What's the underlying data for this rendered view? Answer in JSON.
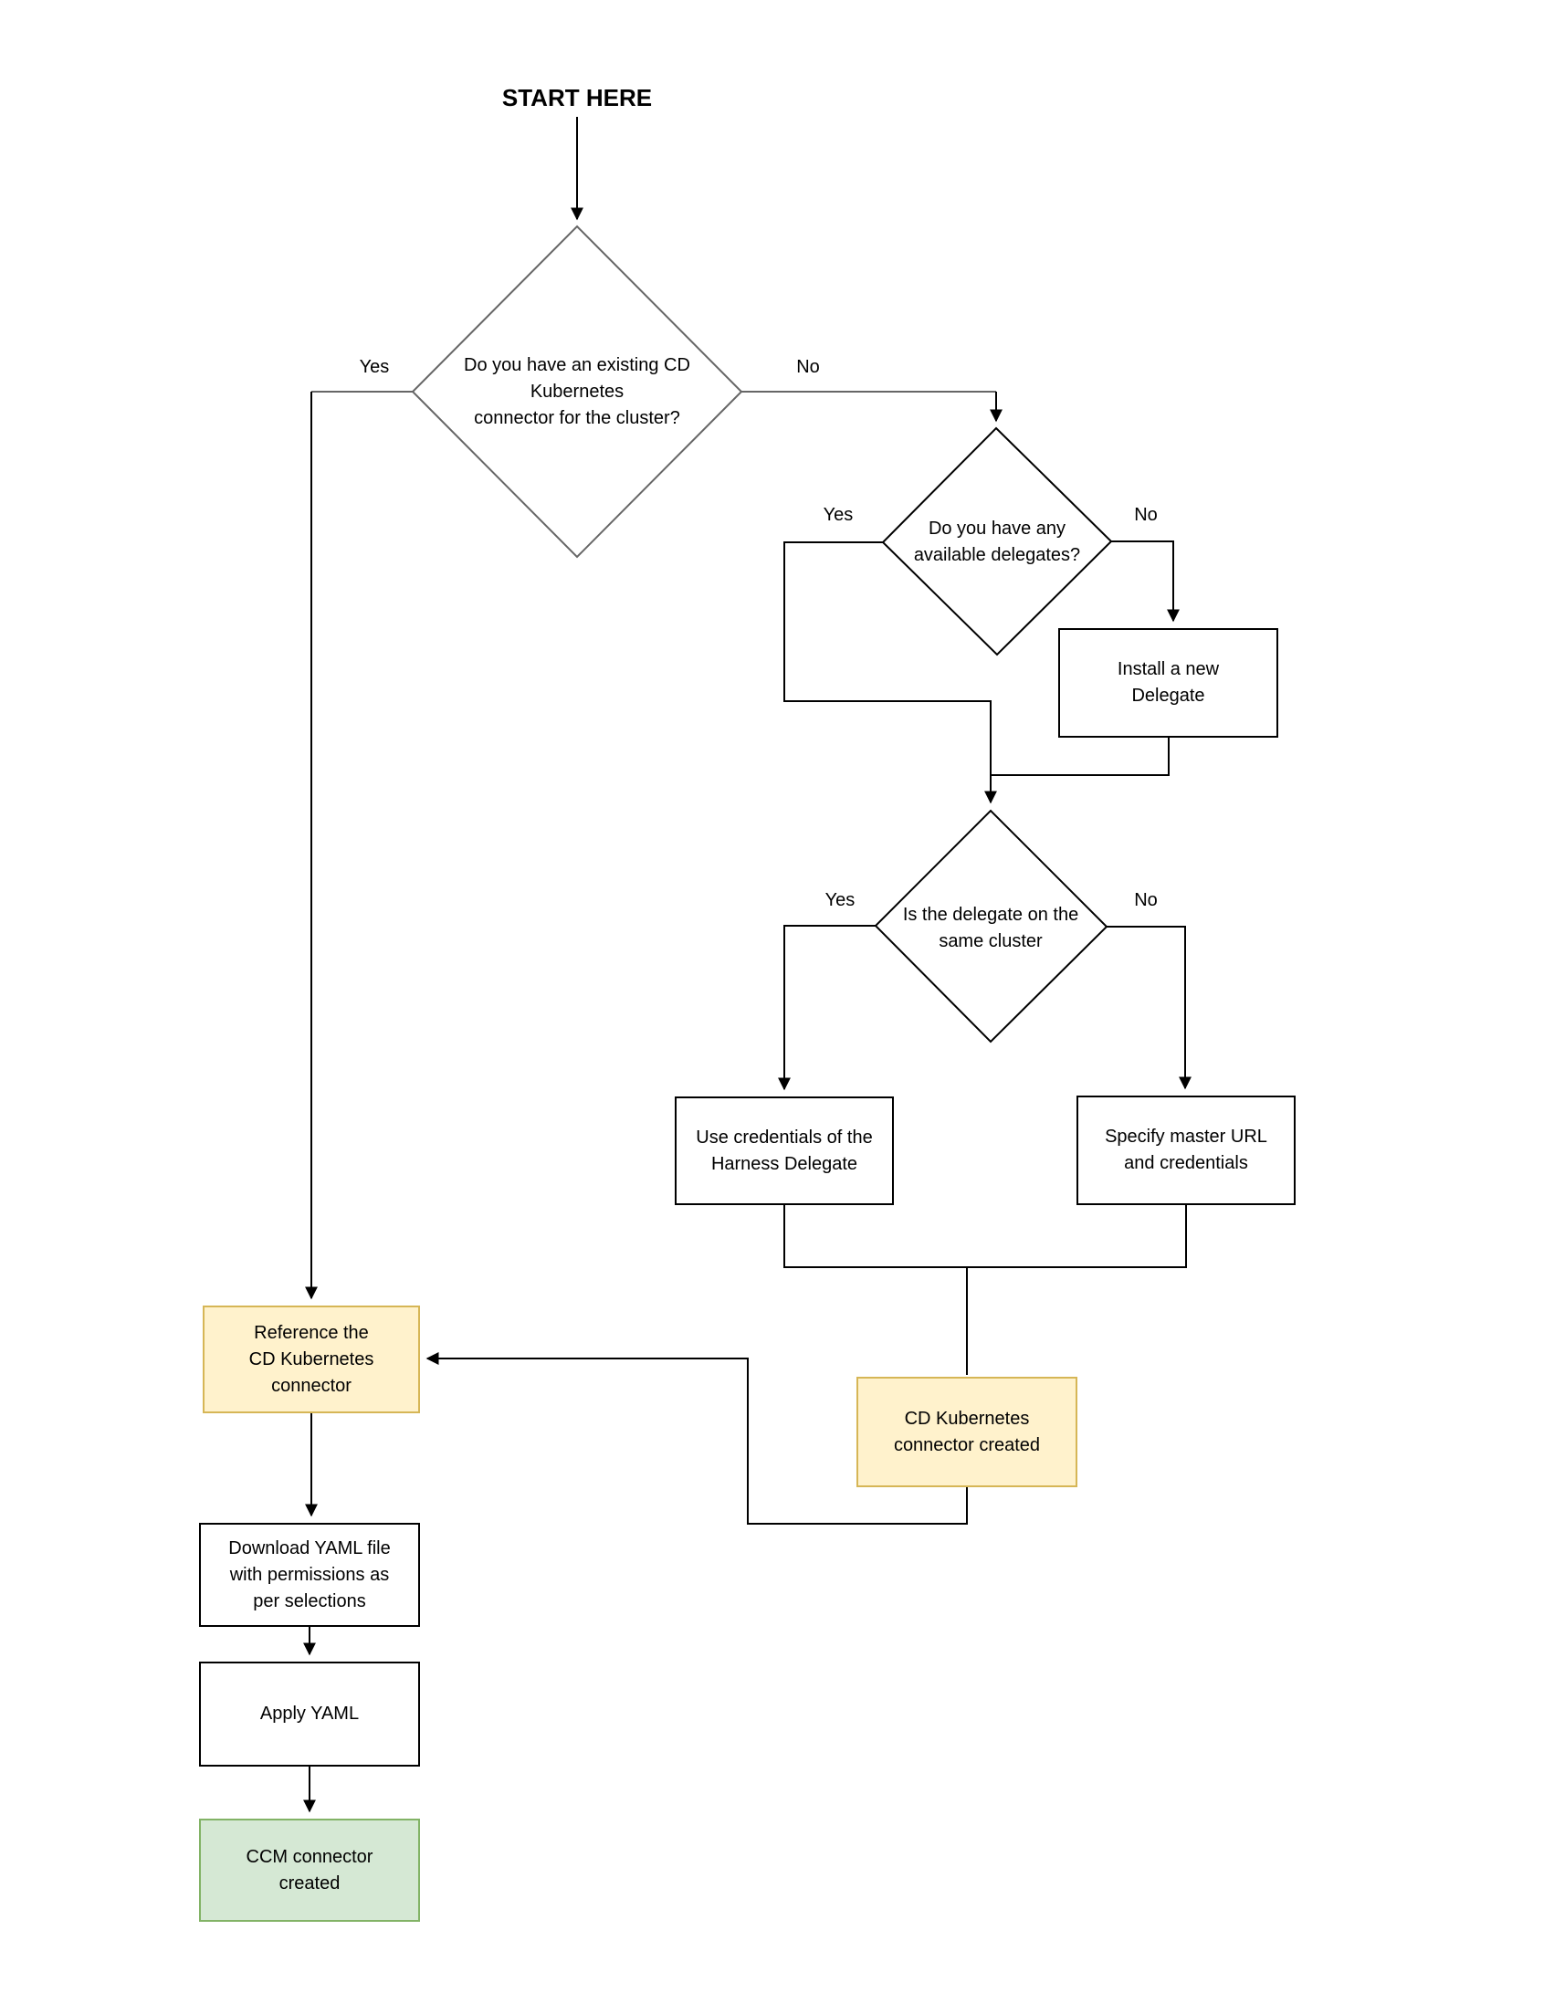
{
  "title": "START HERE",
  "colors": {
    "background": "#ffffff",
    "line": "#000000",
    "diamond1_stroke": "#666666",
    "box_stroke": "#000000",
    "box_fill": "#ffffff",
    "yellow_fill": "#fff2cc",
    "yellow_stroke": "#d6b656",
    "green_fill": "#d5e8d4",
    "green_stroke": "#82b366",
    "text": "#000000"
  },
  "nodes": {
    "start": {
      "label": "START HERE"
    },
    "decision_existing_connector": {
      "label": "Do you have an existing CD\nKubernetes\nconnector for the cluster?"
    },
    "decision_available_delegates": {
      "label": "Do you have any\navailable delegates?"
    },
    "install_new_delegate": {
      "label": "Install a new\nDelegate"
    },
    "decision_same_cluster": {
      "label": "Is the delegate on the\nsame cluster"
    },
    "use_credentials": {
      "label": "Use credentials of the\nHarness Delegate"
    },
    "specify_master_url": {
      "label": "Specify master URL\nand credentials"
    },
    "cd_connector_created": {
      "label": "CD Kubernetes\nconnector created"
    },
    "reference_connector": {
      "label": "Reference the\nCD Kubernetes\nconnector"
    },
    "download_yaml": {
      "label": "Download YAML file\nwith permissions as\nper selections"
    },
    "apply_yaml": {
      "label": "Apply YAML"
    },
    "ccm_connector_created": {
      "label": "CCM connector\ncreated"
    }
  },
  "edge_labels": {
    "existing_connector_yes": "Yes",
    "existing_connector_no": "No",
    "available_delegates_yes": "Yes",
    "available_delegates_no": "No",
    "same_cluster_yes": "Yes",
    "same_cluster_no": "No"
  }
}
